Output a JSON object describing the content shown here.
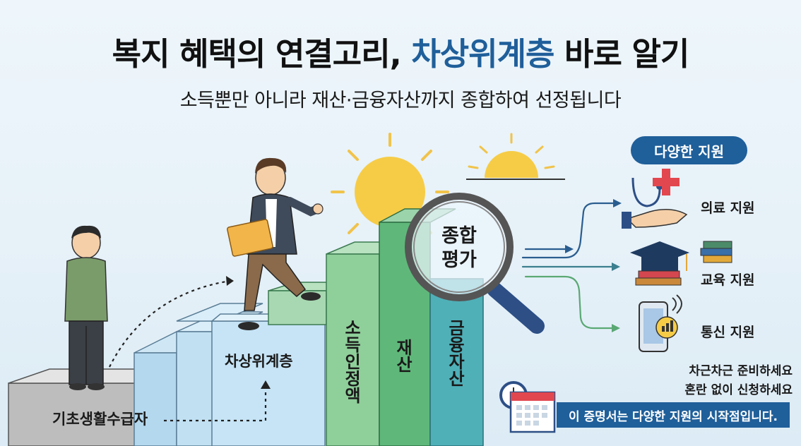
{
  "header": {
    "title_prefix": "복지 혜택의 연결고리, ",
    "title_highlight": "차상위계층",
    "title_suffix": " 바로 알기",
    "subtitle": "소득뿐만 아니라 재산·금융자산까지 종합하여 선정됩니다"
  },
  "stairs": {
    "base_label": "기초생활수급자",
    "middle_label": "차상위계층",
    "columns": [
      "소득인정액",
      "재산",
      "금융자산"
    ]
  },
  "magnifier": {
    "line1": "종합",
    "line2": "평가"
  },
  "support": {
    "heading": "다양한 지원",
    "items": [
      {
        "label": "의료 지원",
        "icon": "medical-icon"
      },
      {
        "label": "교육 지원",
        "icon": "education-icon"
      },
      {
        "label": "통신 지원",
        "icon": "phone-icon"
      }
    ]
  },
  "closing": {
    "line1": "차근차근 준비하세요",
    "line2": "혼란 없이 신청하세요",
    "banner": "이 증명서는 다양한 지원의 시작점입니다."
  },
  "colors": {
    "accent": "#1f5f9a",
    "column_income": "#8fcf9a",
    "column_asset": "#5fb87a",
    "column_finance": "#4fb0b8"
  }
}
